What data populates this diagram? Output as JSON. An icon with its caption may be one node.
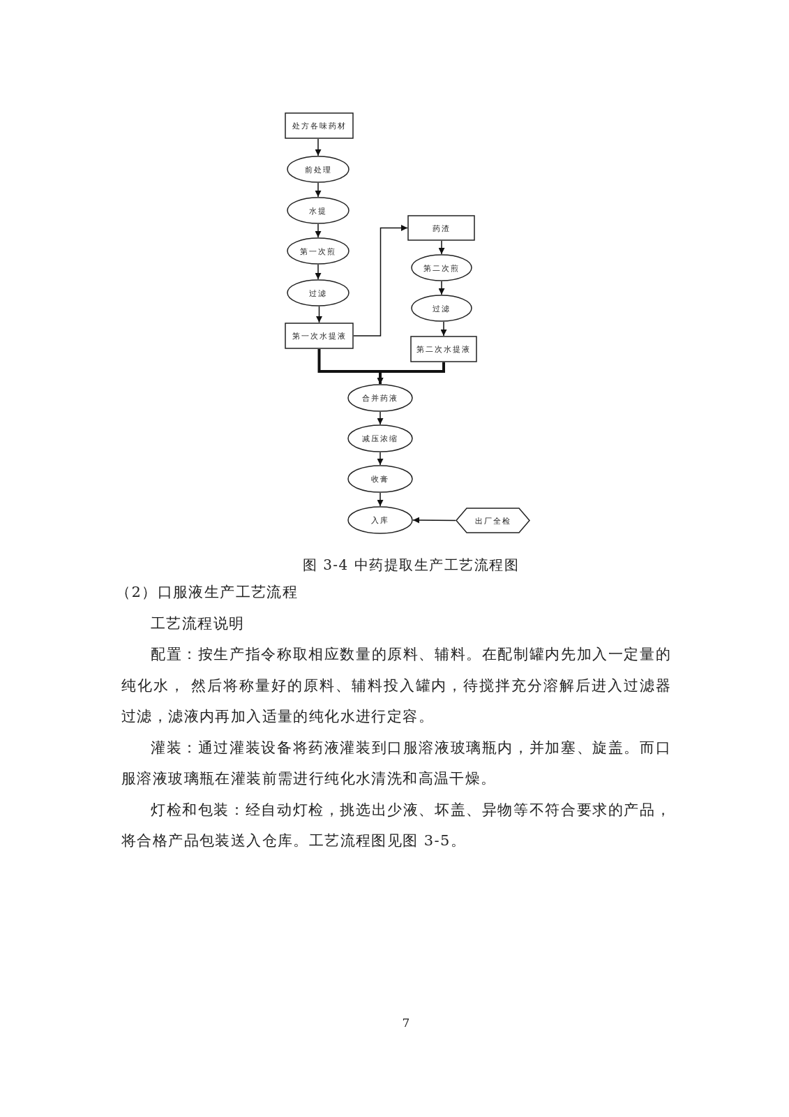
{
  "diagram": {
    "caption": "图 3-4 中药提取生产工艺流程图",
    "nodes": [
      {
        "text": [
          "处方各味药材"
        ]
      },
      {
        "text": [
          "前处理"
        ]
      },
      {
        "text": [
          "水提"
        ]
      },
      {
        "text": [
          "第一次煎"
        ]
      },
      {
        "text": [
          "过滤"
        ]
      },
      {
        "text": [
          "第一次水提液"
        ]
      },
      {
        "text": [
          "药渣"
        ]
      },
      {
        "text": [
          "第二次煎"
        ]
      },
      {
        "text": [
          "过滤"
        ]
      },
      {
        "text": [
          "第二次水提液"
        ]
      },
      {
        "text": [
          "合并药液"
        ]
      },
      {
        "text": [
          "减压浓缩"
        ]
      },
      {
        "text": [
          "收膏"
        ]
      },
      {
        "text": [
          "入库"
        ]
      },
      {
        "text": [
          "出厂全检"
        ]
      }
    ],
    "edges": [
      {
        "from": 0,
        "to": 1,
        "arrow": "to"
      },
      {
        "from": 1,
        "to": 2,
        "arrow": "to"
      },
      {
        "from": 2,
        "to": 3,
        "arrow": "to"
      },
      {
        "from": 3,
        "to": 4,
        "arrow": "to"
      },
      {
        "from": 4,
        "to": 5,
        "arrow": "to"
      },
      {
        "from": 5,
        "to": 6,
        "arrow": "to"
      },
      {
        "from": 6,
        "to": 7,
        "arrow": "to"
      },
      {
        "from": 7,
        "to": 8,
        "arrow": "to"
      },
      {
        "from": 8,
        "to": 9,
        "arrow": "to"
      },
      {
        "from": 5,
        "to": 10,
        "arrow": "to",
        "style": "thick"
      },
      {
        "from": 9,
        "to": 10,
        "arrow": "to",
        "style": "thick"
      },
      {
        "from": 10,
        "to": 11,
        "arrow": "to"
      },
      {
        "from": 11,
        "to": 12,
        "arrow": "to"
      },
      {
        "from": 12,
        "to": 13,
        "arrow": "to"
      },
      {
        "from": 14,
        "to": 13,
        "arrow": "to"
      }
    ],
    "labels": [
      "（2）口服液生产工艺流程",
      "工艺流程说明",
      "配置：按生产指令称取相应数量的原料、辅料。在配制罐内先加入一定量的纯化水， 然后将称量好的原料、辅料投入罐内，待搅拌充分溶解后进入过滤器过滤，滤液内再加入适量的纯化水进行定容。",
      "灌装：通过灌装设备将药液灌装到口服溶液玻璃瓶内，并加塞、旋盖。而口服溶液玻璃瓶在灌装前需进行纯化水清洗和高温干燥。",
      "灯检和包装：经自动灯检，挑选出少液、坏盖、异物等不符合要求的产品，将合格产品包装送入仓库。工艺流程图见图 3-5。",
      "7"
    ]
  }
}
